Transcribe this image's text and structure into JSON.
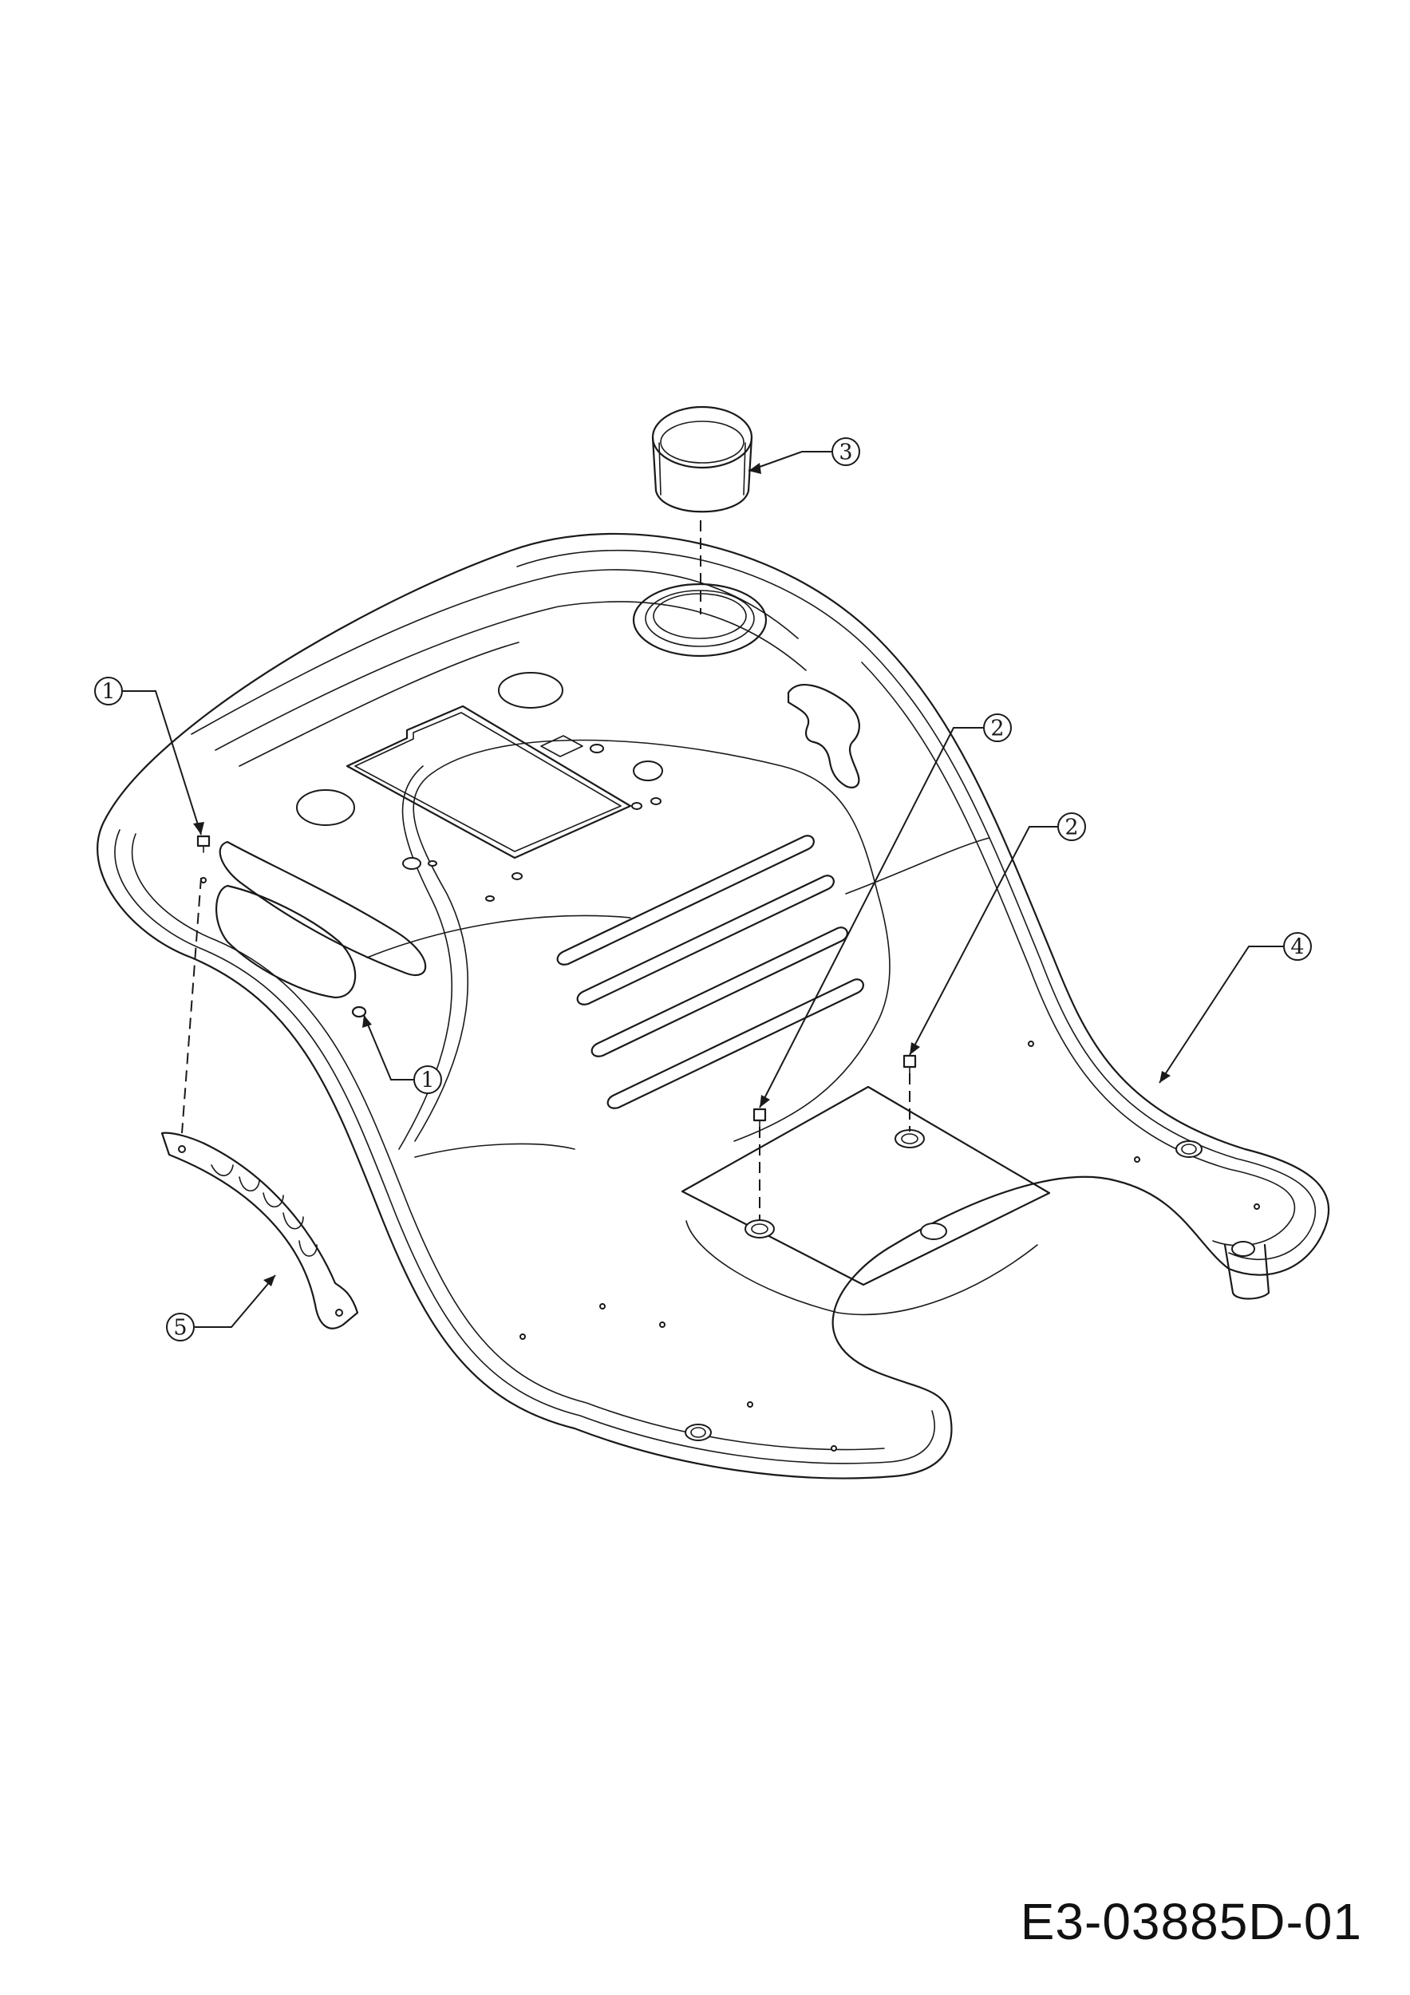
{
  "callouts": [
    {
      "id": "c1a",
      "label": "1"
    },
    {
      "id": "c1b",
      "label": "1"
    },
    {
      "id": "c2a",
      "label": "2"
    },
    {
      "id": "c2b",
      "label": "2"
    },
    {
      "id": "c3",
      "label": "3"
    },
    {
      "id": "c4",
      "label": "4"
    },
    {
      "id": "c5",
      "label": "5"
    }
  ],
  "drawing_code": "E3-03885D-01",
  "colors": {
    "line": "#1a1a1a",
    "background": "#ffffff"
  }
}
